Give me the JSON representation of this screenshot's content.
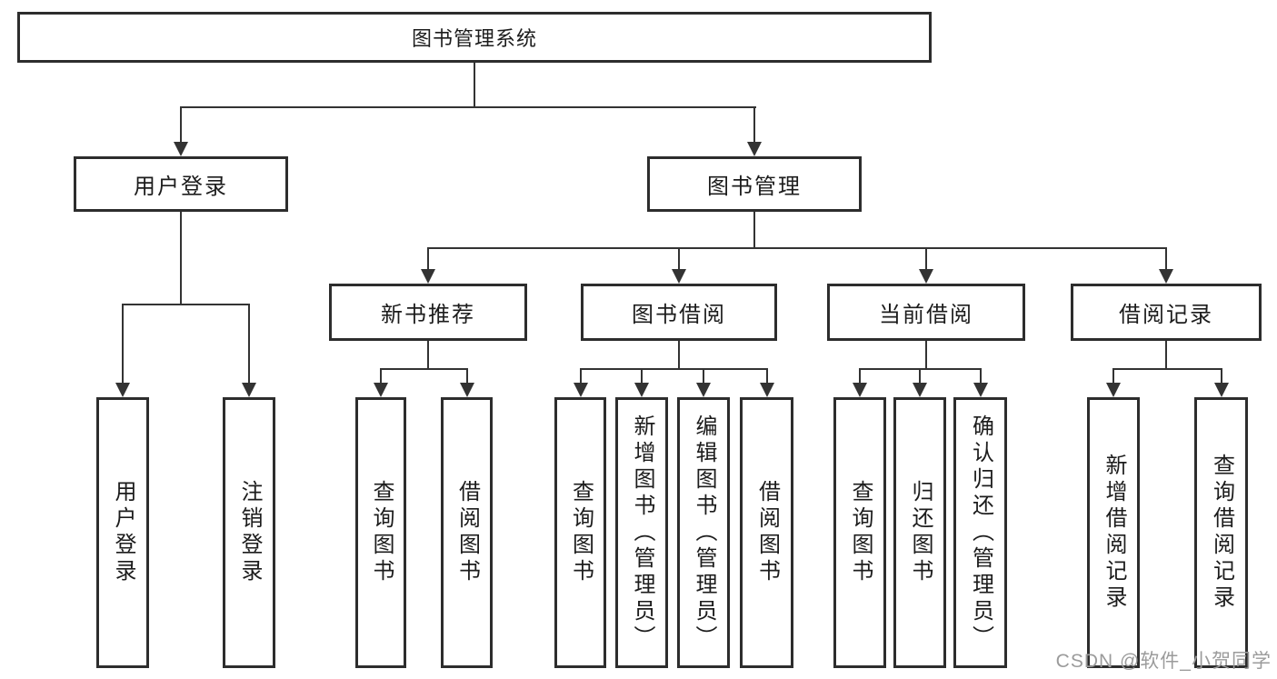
{
  "tree": {
    "root": {
      "label": "图书管理系统",
      "children": [
        {
          "label": "用户登录",
          "children": [
            {
              "label": "用户登录"
            },
            {
              "label": "注销登录"
            }
          ]
        },
        {
          "label": "图书管理",
          "children": [
            {
              "label": "新书推荐",
              "children": [
                {
                  "label": "查询图书"
                },
                {
                  "label": "借阅图书"
                }
              ]
            },
            {
              "label": "图书借阅",
              "children": [
                {
                  "label": "查询图书"
                },
                {
                  "label": "新增图书（管理员）"
                },
                {
                  "label": "编辑图书（管理员）"
                },
                {
                  "label": "借阅图书"
                }
              ]
            },
            {
              "label": "当前借阅",
              "children": [
                {
                  "label": "查询图书"
                },
                {
                  "label": "归还图书"
                },
                {
                  "label": "确认归还（管理员）"
                }
              ]
            },
            {
              "label": "借阅记录",
              "children": [
                {
                  "label": "新增借阅记录"
                },
                {
                  "label": "查询借阅记录"
                }
              ]
            }
          ]
        }
      ]
    }
  },
  "watermark": {
    "text": "CSDN @软件_小贺同学"
  },
  "colors": {
    "line": "#333333",
    "box_border": "#2d2d2d",
    "text": "#1c1c1c",
    "watermark": "#9b9b9b",
    "background": "#ffffff"
  }
}
